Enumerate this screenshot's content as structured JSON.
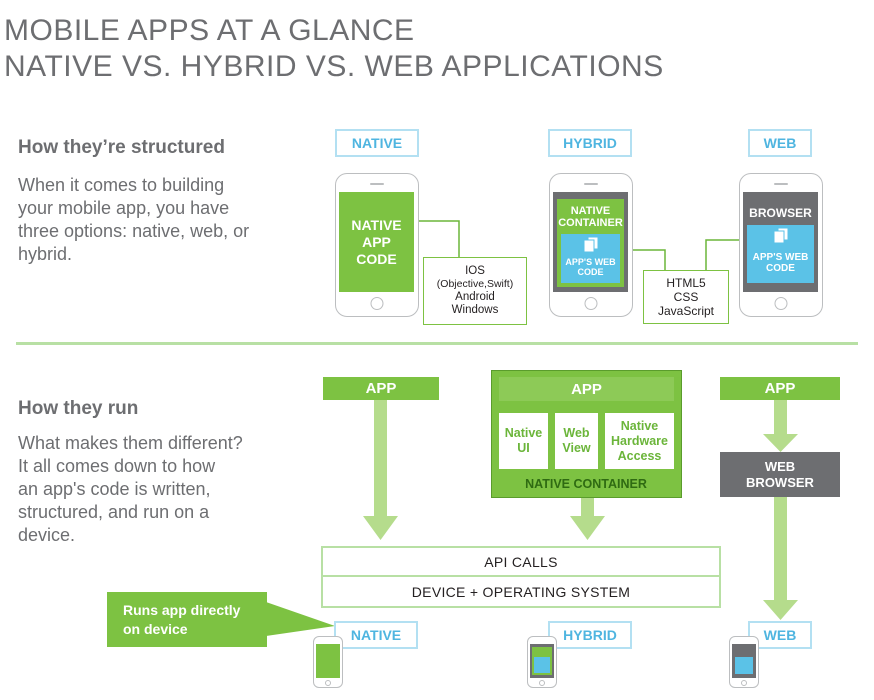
{
  "title": {
    "line1": "MOBILE APPS AT A GLANCE",
    "line2": "NATIVE VS. HYBRID VS. WEB APPLICATIONS"
  },
  "structured": {
    "heading": "How they’re structured",
    "body": [
      "When it comes to building",
      "your mobile app, you have",
      "three options: native, web, or",
      "hybrid."
    ]
  },
  "run": {
    "heading": "How they run",
    "body": [
      "What makes them different?",
      "It all comes down to how",
      "an app's code is written,",
      "structured, and run on a",
      "device."
    ]
  },
  "columns": {
    "native": "NATIVE",
    "hybrid": "HYBRID",
    "web": "WEB"
  },
  "native_phone": {
    "code": [
      "NATIVE",
      "APP",
      "CODE"
    ],
    "langs": [
      "IOS",
      "(Objective,Swift)",
      "Android",
      "Windows"
    ]
  },
  "hybrid_phone": {
    "container": [
      "NATIVE",
      "CONTAINER"
    ],
    "webcode": [
      "APP'S WEB",
      "CODE"
    ]
  },
  "web_phone": {
    "browser": "BROWSER",
    "webcode": [
      "APP'S WEB",
      "CODE"
    ]
  },
  "web_langs": [
    "HTML5",
    "CSS",
    "JavaScript"
  ],
  "run_diagram": {
    "app": "APP",
    "hybrid_items": [
      [
        "Native",
        "UI"
      ],
      [
        "Web",
        "View"
      ],
      [
        "Native",
        "Hardware",
        "Access"
      ]
    ],
    "native_container": "NATIVE CONTAINER",
    "web_browser": [
      "WEB",
      "BROWSER"
    ],
    "api_calls": "API CALLS",
    "device_os": "DEVICE + OPERATING SYSTEM",
    "callout": [
      "Runs app directly",
      "on device"
    ]
  },
  "colors": {
    "green": "#7dc242",
    "gray": "#6d6e71",
    "blue": "#5bc2e7",
    "light_blue_border": "#b3e0f2",
    "light_green": "#b8e0a4"
  }
}
